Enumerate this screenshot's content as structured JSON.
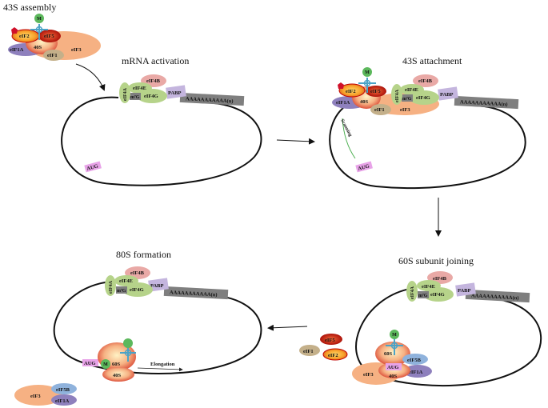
{
  "colors": {
    "eIF3": "#f6b183",
    "eIF4": "#b6d38a",
    "eIF4B": "#e9a9a6",
    "PABP": "#c4b5de",
    "polyA": "#7f7f7f",
    "eIF1A": "#8e80bd",
    "eIF1": "#c4b08a",
    "eIF2": "#f7b43a",
    "eIF2_core": "#c00000",
    "eIF5B": "#8fb2dc",
    "AUG": "#e8a3e8",
    "methionine": "#5cb85c",
    "ribosome": "#e24d2d",
    "tRNA": "#4ba3c7"
  },
  "panels": {
    "assembly": {
      "title": "43S assembly",
      "eif2": "eIF2",
      "eif5": "eIF5",
      "eif1a": "eIF1A",
      "s40": "40S",
      "eif1": "eIF1",
      "eif3": "eIF3",
      "met": "M"
    },
    "activation": {
      "title": "mRNA activation",
      "eif4a": "eIF4A",
      "eif4b": "eIF4B",
      "eif4e": "eIF4E",
      "cap": "m⁷G",
      "eif4g": "eIF4G",
      "pabp": "PABP",
      "polya": "AAAAAAAAAAA(n)",
      "aug": "AUG"
    },
    "attachment": {
      "title": "43S attachment",
      "eif2": "eIF2",
      "eif5": "eIF5",
      "eif4a": "eIF4A",
      "eif4b": "eIF4B",
      "eif4e": "eIF4E",
      "cap": "m⁷G",
      "eif4g": "eIF4G",
      "pabp": "PABP",
      "polya": "AAAAAAAAAAA(n)",
      "eif1a": "eIF1A",
      "s40": "40S",
      "eif1": "eIF1",
      "eif3": "eIF3",
      "scanning": "Scanning",
      "aug": "AUG",
      "met": "M"
    },
    "joining": {
      "title": "60S subunit joining",
      "eif4a": "eIF4A",
      "eif4b": "eIF4B",
      "eif4e": "eIF4E",
      "cap": "m⁷G",
      "eif4g": "eIF4G",
      "pabp": "PABP",
      "polya": "AAAAAAAAAAA(n)",
      "s60": "60S",
      "eif5b": "eIF5B",
      "aug": "AUG",
      "s40": "40S",
      "eif3": "eIF3",
      "eif1a": "eIF1A",
      "met": "M",
      "released_eif5": "eIF5",
      "released_eif1": "eIF1",
      "released_eif2": "eIF2"
    },
    "formation": {
      "title": "80S formation",
      "eif4a": "eIF4A",
      "eif4b": "eIF4B",
      "eif4e": "eIF4E",
      "cap": "m⁷G",
      "eif4g": "eIF4G",
      "pabp": "PABP",
      "polya": "AAAAAAAAAAA(n)",
      "aug": "AUG",
      "met": "M",
      "s60": "60S",
      "s40": "40S",
      "elongation": "Elongation",
      "eif3": "eIF3",
      "eif5b": "eIF5B",
      "eif1a": "eIF1A"
    }
  }
}
